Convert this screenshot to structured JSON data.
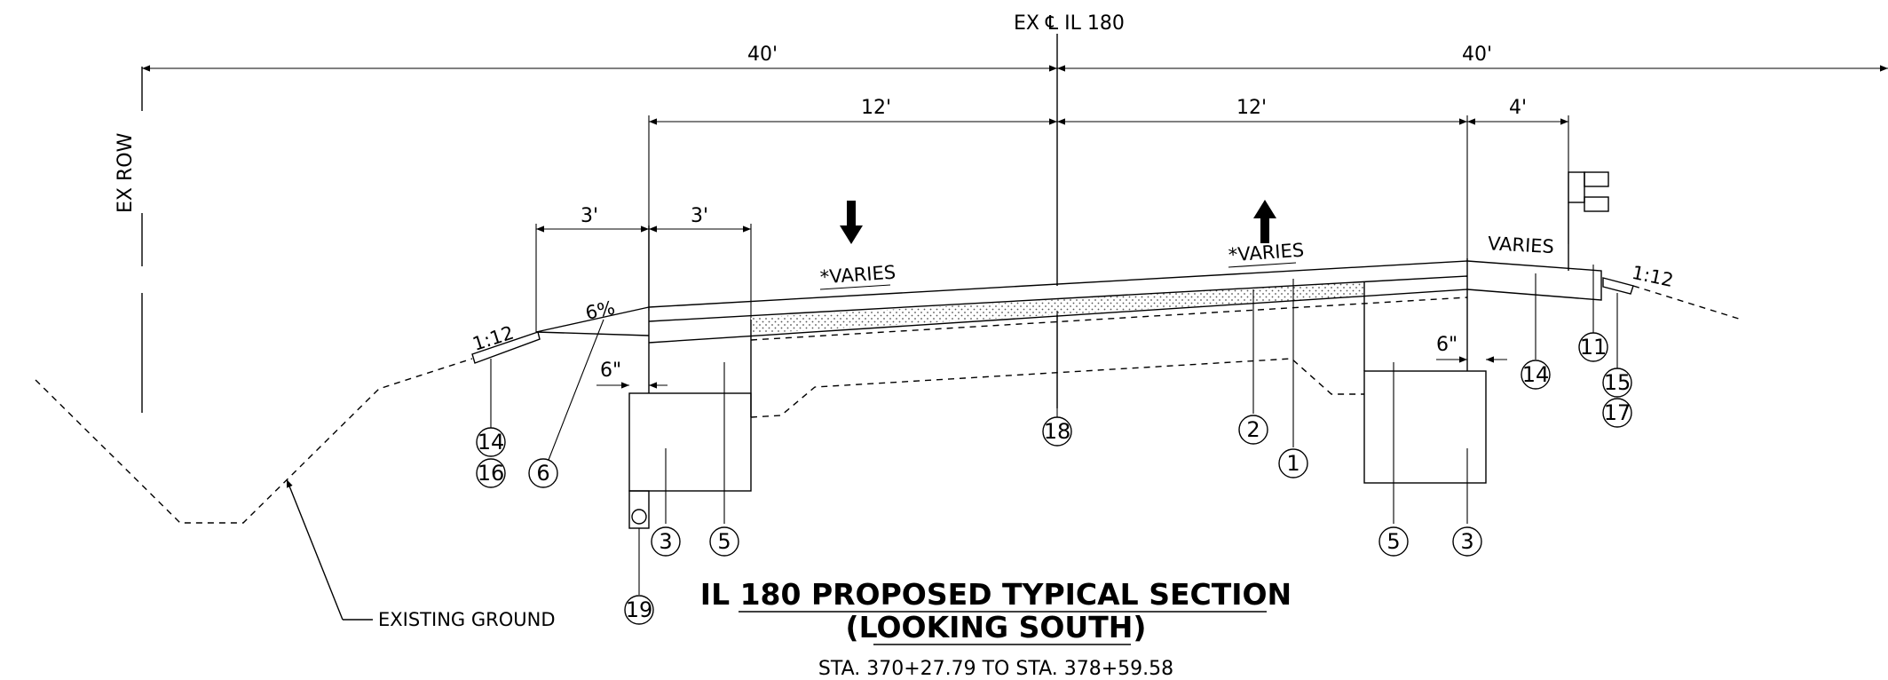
{
  "centerline_label": "EX ℄ IL 180",
  "row_label": "EX ROW",
  "dims": {
    "left_half": "40'",
    "right_half": "40'",
    "left_lane": "12'",
    "right_lane": "12'",
    "right_shoulder": "4'",
    "left_gutter_outer": "3'",
    "left_gutter_inner": "3'",
    "left_offset": "6\"",
    "right_offset": "6\""
  },
  "annotations": {
    "varies_left": "*VARIES",
    "varies_right": "*VARIES",
    "varies_shoulder": "VARIES",
    "slope_left": "1:12",
    "slope_right": "1:12",
    "cross_slope": "6%",
    "existing_ground": "EXISTING GROUND"
  },
  "callouts": [
    {
      "id": "c14a",
      "text": "14"
    },
    {
      "id": "c16",
      "text": "16"
    },
    {
      "id": "c6",
      "text": "6"
    },
    {
      "id": "c3a",
      "text": "3"
    },
    {
      "id": "c5a",
      "text": "5"
    },
    {
      "id": "c19",
      "text": "19"
    },
    {
      "id": "c18",
      "text": "18"
    },
    {
      "id": "c2",
      "text": "2"
    },
    {
      "id": "c1",
      "text": "1"
    },
    {
      "id": "c5b",
      "text": "5"
    },
    {
      "id": "c3b",
      "text": "3"
    },
    {
      "id": "c14b",
      "text": "14"
    },
    {
      "id": "c11",
      "text": "11"
    },
    {
      "id": "c15",
      "text": "15"
    },
    {
      "id": "c17",
      "text": "17"
    }
  ],
  "title": {
    "line1": "IL 180 PROPOSED TYPICAL SECTION",
    "line2": "(LOOKING SOUTH)",
    "station": "STA. 370+27.79 TO STA. 378+59.58"
  }
}
